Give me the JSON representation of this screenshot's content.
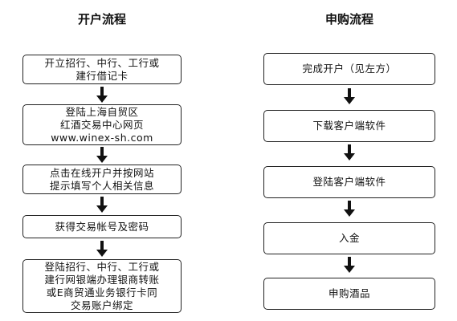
{
  "left_flow": {
    "title": "开户流程",
    "steps": [
      "开立招行、中行、工行或\n建行借记卡",
      "登陆上海自贸区\n红酒交易中心网页\nwww.winex-sh.com",
      "点击在线开户并按网站\n提示填写个人相关信息",
      "获得交易帐号及密码",
      "登陆招行、中行、工行或\n建行网银端办理银商转账\n或E商贸通业务银行卡同\n交易账户绑定"
    ]
  },
  "right_flow": {
    "title": "申购流程",
    "steps": [
      "完成开户（见左方）",
      "下载客户端软件",
      "登陆客户端软件",
      "入金",
      "申购酒品"
    ]
  }
}
